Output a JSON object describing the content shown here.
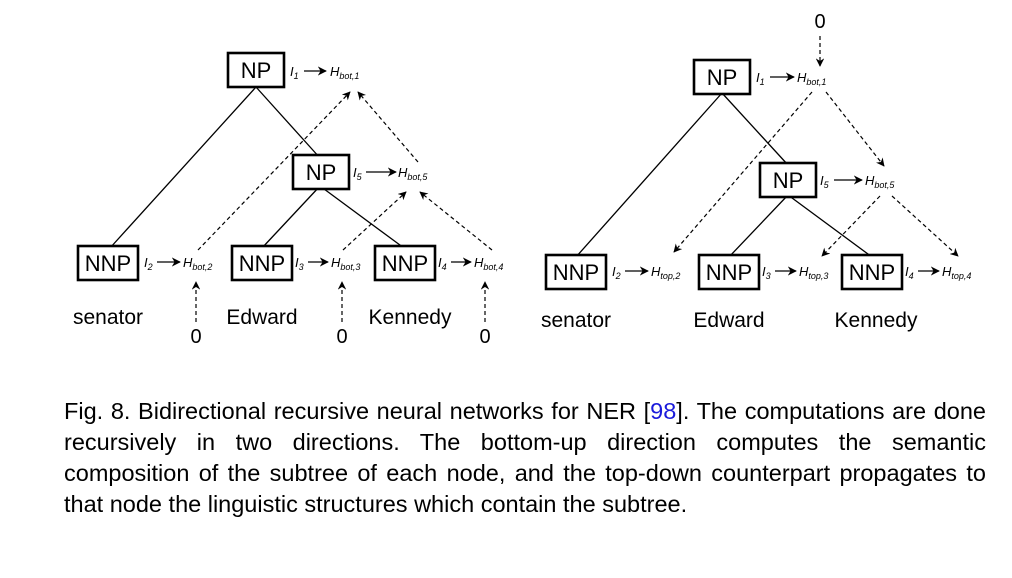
{
  "left_tree": {
    "nodes": [
      {
        "id": "np1",
        "label": "NP",
        "in": "I",
        "in_sub": "1",
        "h": "H",
        "h_sub": "bot,1"
      },
      {
        "id": "np5",
        "label": "NP",
        "in": "I",
        "in_sub": "5",
        "h": "H",
        "h_sub": "bot,5"
      },
      {
        "id": "nnp2",
        "label": "NNP",
        "in": "I",
        "in_sub": "2",
        "h": "H",
        "h_sub": "bot,2"
      },
      {
        "id": "nnp3",
        "label": "NNP",
        "in": "I",
        "in_sub": "3",
        "h": "H",
        "h_sub": "bot,3"
      },
      {
        "id": "nnp4",
        "label": "NNP",
        "in": "I",
        "in_sub": "4",
        "h": "H",
        "h_sub": "bot,4"
      }
    ],
    "words": [
      "senator",
      "Edward",
      "Kennedy"
    ],
    "zeros": [
      "0",
      "0",
      "0"
    ]
  },
  "right_tree": {
    "nodes": [
      {
        "id": "np1",
        "label": "NP",
        "in": "I",
        "in_sub": "1",
        "h": "H",
        "h_sub": "bot,1"
      },
      {
        "id": "np5",
        "label": "NP",
        "in": "I",
        "in_sub": "5",
        "h": "H",
        "h_sub": "bot,5"
      },
      {
        "id": "nnp2",
        "label": "NNP",
        "in": "I",
        "in_sub": "2",
        "h": "H",
        "h_sub": "top,2"
      },
      {
        "id": "nnp3",
        "label": "NNP",
        "in": "I",
        "in_sub": "3",
        "h": "H",
        "h_sub": "top,3"
      },
      {
        "id": "nnp4",
        "label": "NNP",
        "in": "I",
        "in_sub": "4",
        "h": "H",
        "h_sub": "top,4"
      }
    ],
    "words": [
      "senator",
      "Edward",
      "Kennedy"
    ],
    "zero": "0"
  },
  "caption": {
    "prefix": "Fig. 8. Bidirectional recursive neural networks for NER [",
    "ref": "98",
    "suffix": "]. The computations are done recursively in two directions. The bottom-up direction computes the semantic composition of the subtree of each node, and the top-down counterpart propagates to that node the linguistic structures which contain the subtree."
  }
}
